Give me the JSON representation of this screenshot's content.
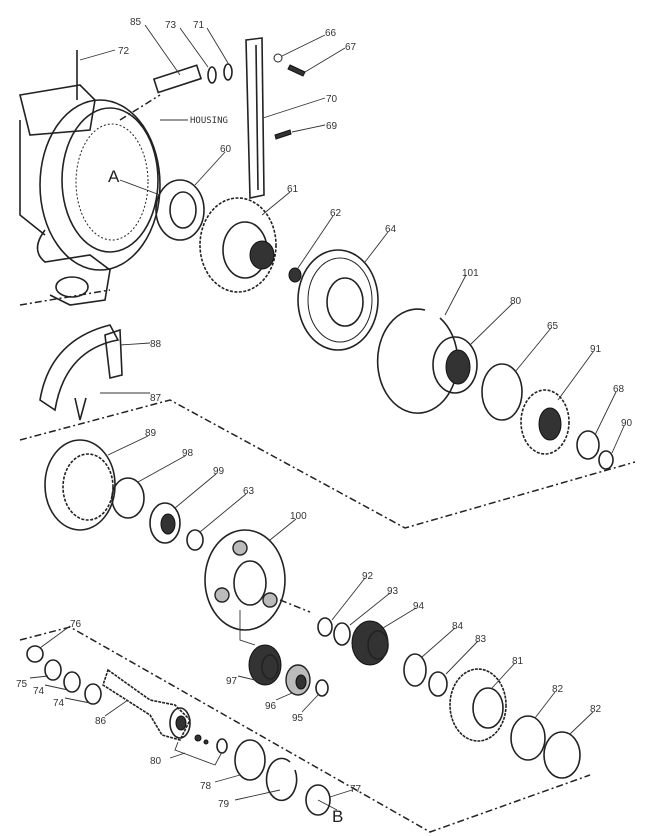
{
  "diagram": {
    "housing_label": "HOUSING",
    "callouts": {
      "a": "A",
      "b": "B"
    },
    "parts": {
      "p85": "85",
      "p73": "73",
      "p71": "71",
      "p72": "72",
      "p66": "66",
      "p67": "67",
      "p70": "70",
      "p69": "69",
      "p60": "60",
      "p61": "61",
      "p62": "62",
      "p64": "64",
      "p101": "101",
      "p80a": "80",
      "p65": "65",
      "p91": "91",
      "p68": "68",
      "p90": "90",
      "p88": "88",
      "p87": "87",
      "p89": "89",
      "p98": "98",
      "p99": "99",
      "p63": "63",
      "p100": "100",
      "p92": "92",
      "p93": "93",
      "p94": "94",
      "p84": "84",
      "p83": "83",
      "p81": "81",
      "p82a": "82",
      "p82b": "82",
      "p76": "76",
      "p75": "75",
      "p74a": "74",
      "p74b": "74",
      "p86": "86",
      "p97": "97",
      "p96": "96",
      "p95": "95",
      "p80b": "80",
      "p78": "78",
      "p79": "79",
      "p77": "77"
    }
  }
}
